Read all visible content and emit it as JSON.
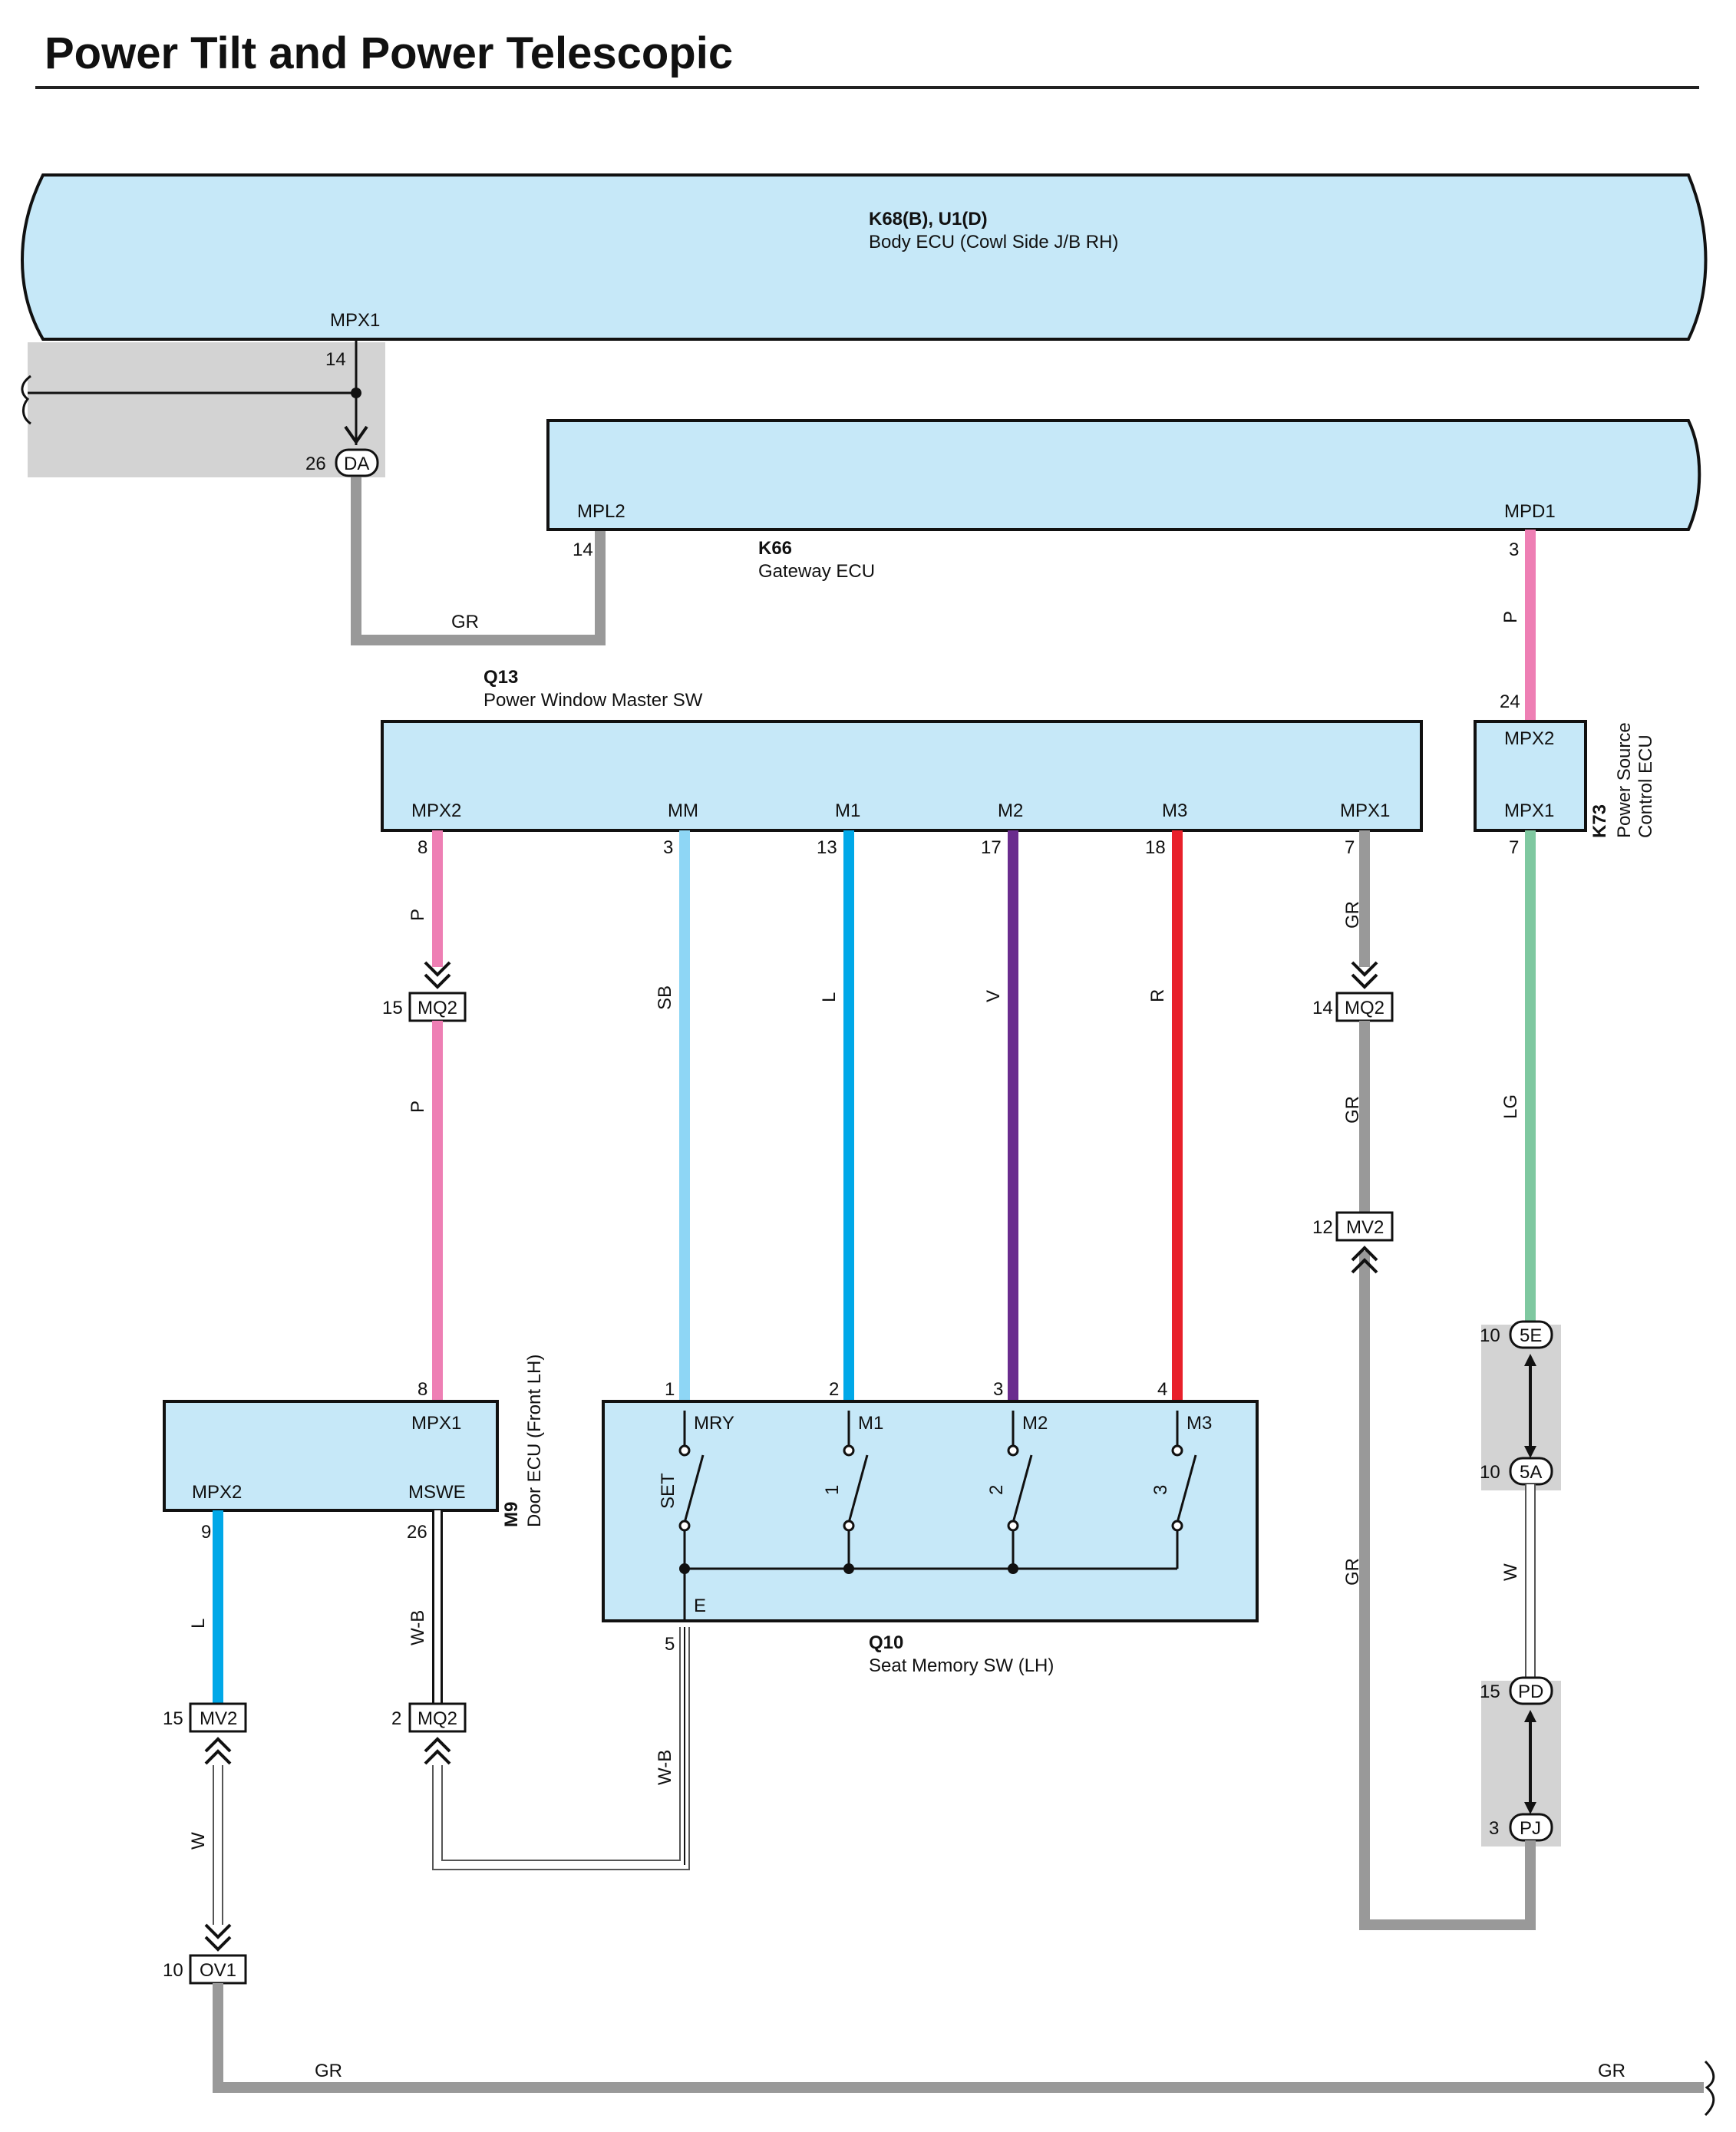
{
  "title": "Power Tilt and Power Telescopic",
  "colors": {
    "ecu_fill": "#c6e8f8",
    "splice_fill": "#d3d3d3",
    "wire_P": "#ee7fb4",
    "wire_SB": "#8ed6f5",
    "wire_L": "#00a8e8",
    "wire_V": "#6a2c8e",
    "wire_R": "#e8202a",
    "wire_GR": "#999999",
    "wire_LG": "#7fc8a0",
    "wire_W": "#ffffff",
    "wire_WB": "#ffffff",
    "black": "#111111"
  },
  "components": {
    "body_ecu": {
      "code": "K68(B), U1(D)",
      "name": "Body ECU (Cowl Side J/B RH)",
      "pin_mpx1": "MPX1"
    },
    "gateway_ecu": {
      "code": "K66",
      "name": "Gateway ECU",
      "pin_mpl2": "MPL2",
      "pin_mpd1": "MPD1"
    },
    "pw_master_sw": {
      "code": "Q13",
      "name": "Power Window Master SW",
      "pin_mpx2": "MPX2",
      "pin_mm": "MM",
      "pin_m1": "M1",
      "pin_m2": "M2",
      "pin_m3": "M3",
      "pin_mpx1": "MPX1"
    },
    "power_source_ecu": {
      "code": "K73",
      "name_line1": "Power Source",
      "name_line2": "Control ECU",
      "pin_mpx2": "MPX2",
      "pin_mpx1": "MPX1"
    },
    "door_ecu": {
      "code": "M9",
      "name": "Door ECU (Front LH)",
      "pin_mpx1": "MPX1",
      "pin_mpx2": "MPX2",
      "pin_mswe": "MSWE"
    },
    "seat_memory_sw": {
      "code": "Q10",
      "name": "Seat Memory SW (LH)",
      "pin_mry": "MRY",
      "pin_m1": "M1",
      "pin_m2": "M2",
      "pin_m3": "M3",
      "pin_e": "E",
      "sw_set": "SET",
      "sw_1": "1",
      "sw_2": "2",
      "sw_3": "3"
    }
  },
  "connectors": {
    "da": {
      "label": "DA",
      "pin": "26"
    },
    "mq2_a": {
      "label": "MQ2",
      "pin": "15"
    },
    "mq2_b": {
      "label": "MQ2",
      "pin": "14"
    },
    "mv2_a": {
      "label": "MV2",
      "pin": "12"
    },
    "mv2_b": {
      "label": "MV2",
      "pin": "15"
    },
    "mq2_c": {
      "label": "MQ2",
      "pin": "2"
    },
    "ov1": {
      "label": "OV1",
      "pin": "10"
    },
    "c5e": {
      "label": "5E",
      "pin": "10"
    },
    "c5a": {
      "label": "5A",
      "pin": "10"
    },
    "pd": {
      "label": "PD",
      "pin": "15"
    },
    "pj": {
      "label": "PJ",
      "pin": "3"
    }
  },
  "pins": {
    "body_mpx1": "14",
    "gw_mpl2": "14",
    "gw_mpd1": "3",
    "ps_mpx2": "24",
    "ps_mpx1": "7",
    "q13_mpx2": "8",
    "q13_mm": "3",
    "q13_m1": "13",
    "q13_m2": "17",
    "q13_m3": "18",
    "q13_mpx1": "7",
    "m9_mpx1": "8",
    "m9_mpx2": "9",
    "m9_mswe": "26",
    "q10_mry": "1",
    "q10_m1": "2",
    "q10_m2": "3",
    "q10_m3": "4",
    "q10_e": "5"
  },
  "wire_labels": {
    "gr_da_gw": "GR",
    "p_gw_ps": "P",
    "p_top": "P",
    "p_mid": "P",
    "sb": "SB",
    "l_m1": "L",
    "v": "V",
    "r": "R",
    "gr_q13_top": "GR",
    "gr_q13_mid": "GR",
    "gr_right_low": "GR",
    "lg": "LG",
    "w_right": "W",
    "l_m9": "L",
    "wb_m9": "W-B",
    "wb_q10": "W-B",
    "w_left": "W",
    "gr_bottom_left": "GR",
    "gr_bottom_right": "GR"
  }
}
